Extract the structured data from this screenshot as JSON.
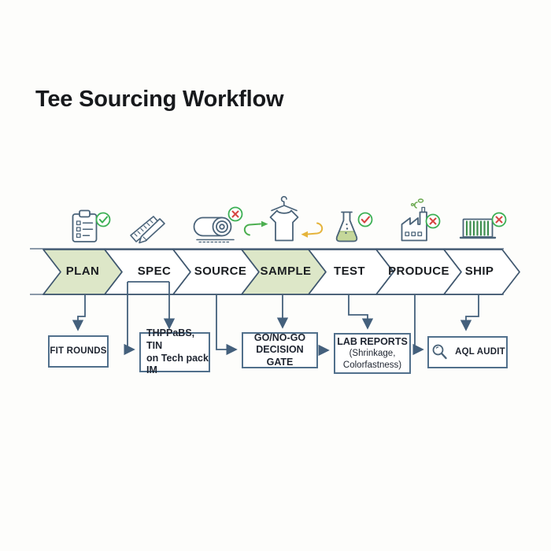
{
  "title": "Tee Sourcing Workflow",
  "colors": {
    "stage_highlight_fill": "#dde7c8",
    "stage_outline": "#3e566e",
    "band_line": "#8b99a9",
    "connector": "#44607c",
    "badge_ring_green": "#3cb054",
    "check_green": "#3cb054",
    "fail_red": "#d64541",
    "arrow_green": "#4caf50",
    "arrow_amber": "#e5b43c",
    "icon_stroke": "#4a6379",
    "flask_liquid": "#c5d79a",
    "smoke_green": "#6aa84f",
    "container_stripe_green": "#3e8e4e"
  },
  "stages": [
    {
      "label": "PLAN",
      "icon": "clipboard-icon",
      "badge": "check-green",
      "highlighted": true
    },
    {
      "label": "SPEC",
      "icon": "ruler-pencil-icon",
      "badge": "none",
      "highlighted": false
    },
    {
      "label": "SOURCE",
      "icon": "fabric-roll-icon",
      "badge": "fail-red",
      "highlighted": false
    },
    {
      "label": "SAMPLE",
      "icon": "tshirt-icon",
      "badge": "iterate-arrows",
      "highlighted": true
    },
    {
      "label": "TEST",
      "icon": "flask-icon",
      "badge": "check-red",
      "highlighted": false
    },
    {
      "label": "PRODUCE",
      "icon": "factory-icon",
      "badge": "fail-red",
      "highlighted": false
    },
    {
      "label": "SHIP",
      "icon": "container-icon",
      "badge": "fail-red",
      "highlighted": false
    }
  ],
  "boxes": {
    "fit": {
      "lines": [
        "FIT ROUNDS"
      ]
    },
    "spec": {
      "lines": [
        "THPPaBS, TIN",
        "on Tech pack",
        "IM"
      ]
    },
    "gate": {
      "lines": [
        "GO/NO-GO",
        "DECISION GATE"
      ]
    },
    "lab": {
      "lines": [
        "LAB REPORTS",
        "(Shrinkage,",
        "Colorfastness)"
      ]
    },
    "aql": {
      "label": "AQL AUDIT",
      "icon": "magnifier-icon"
    }
  }
}
